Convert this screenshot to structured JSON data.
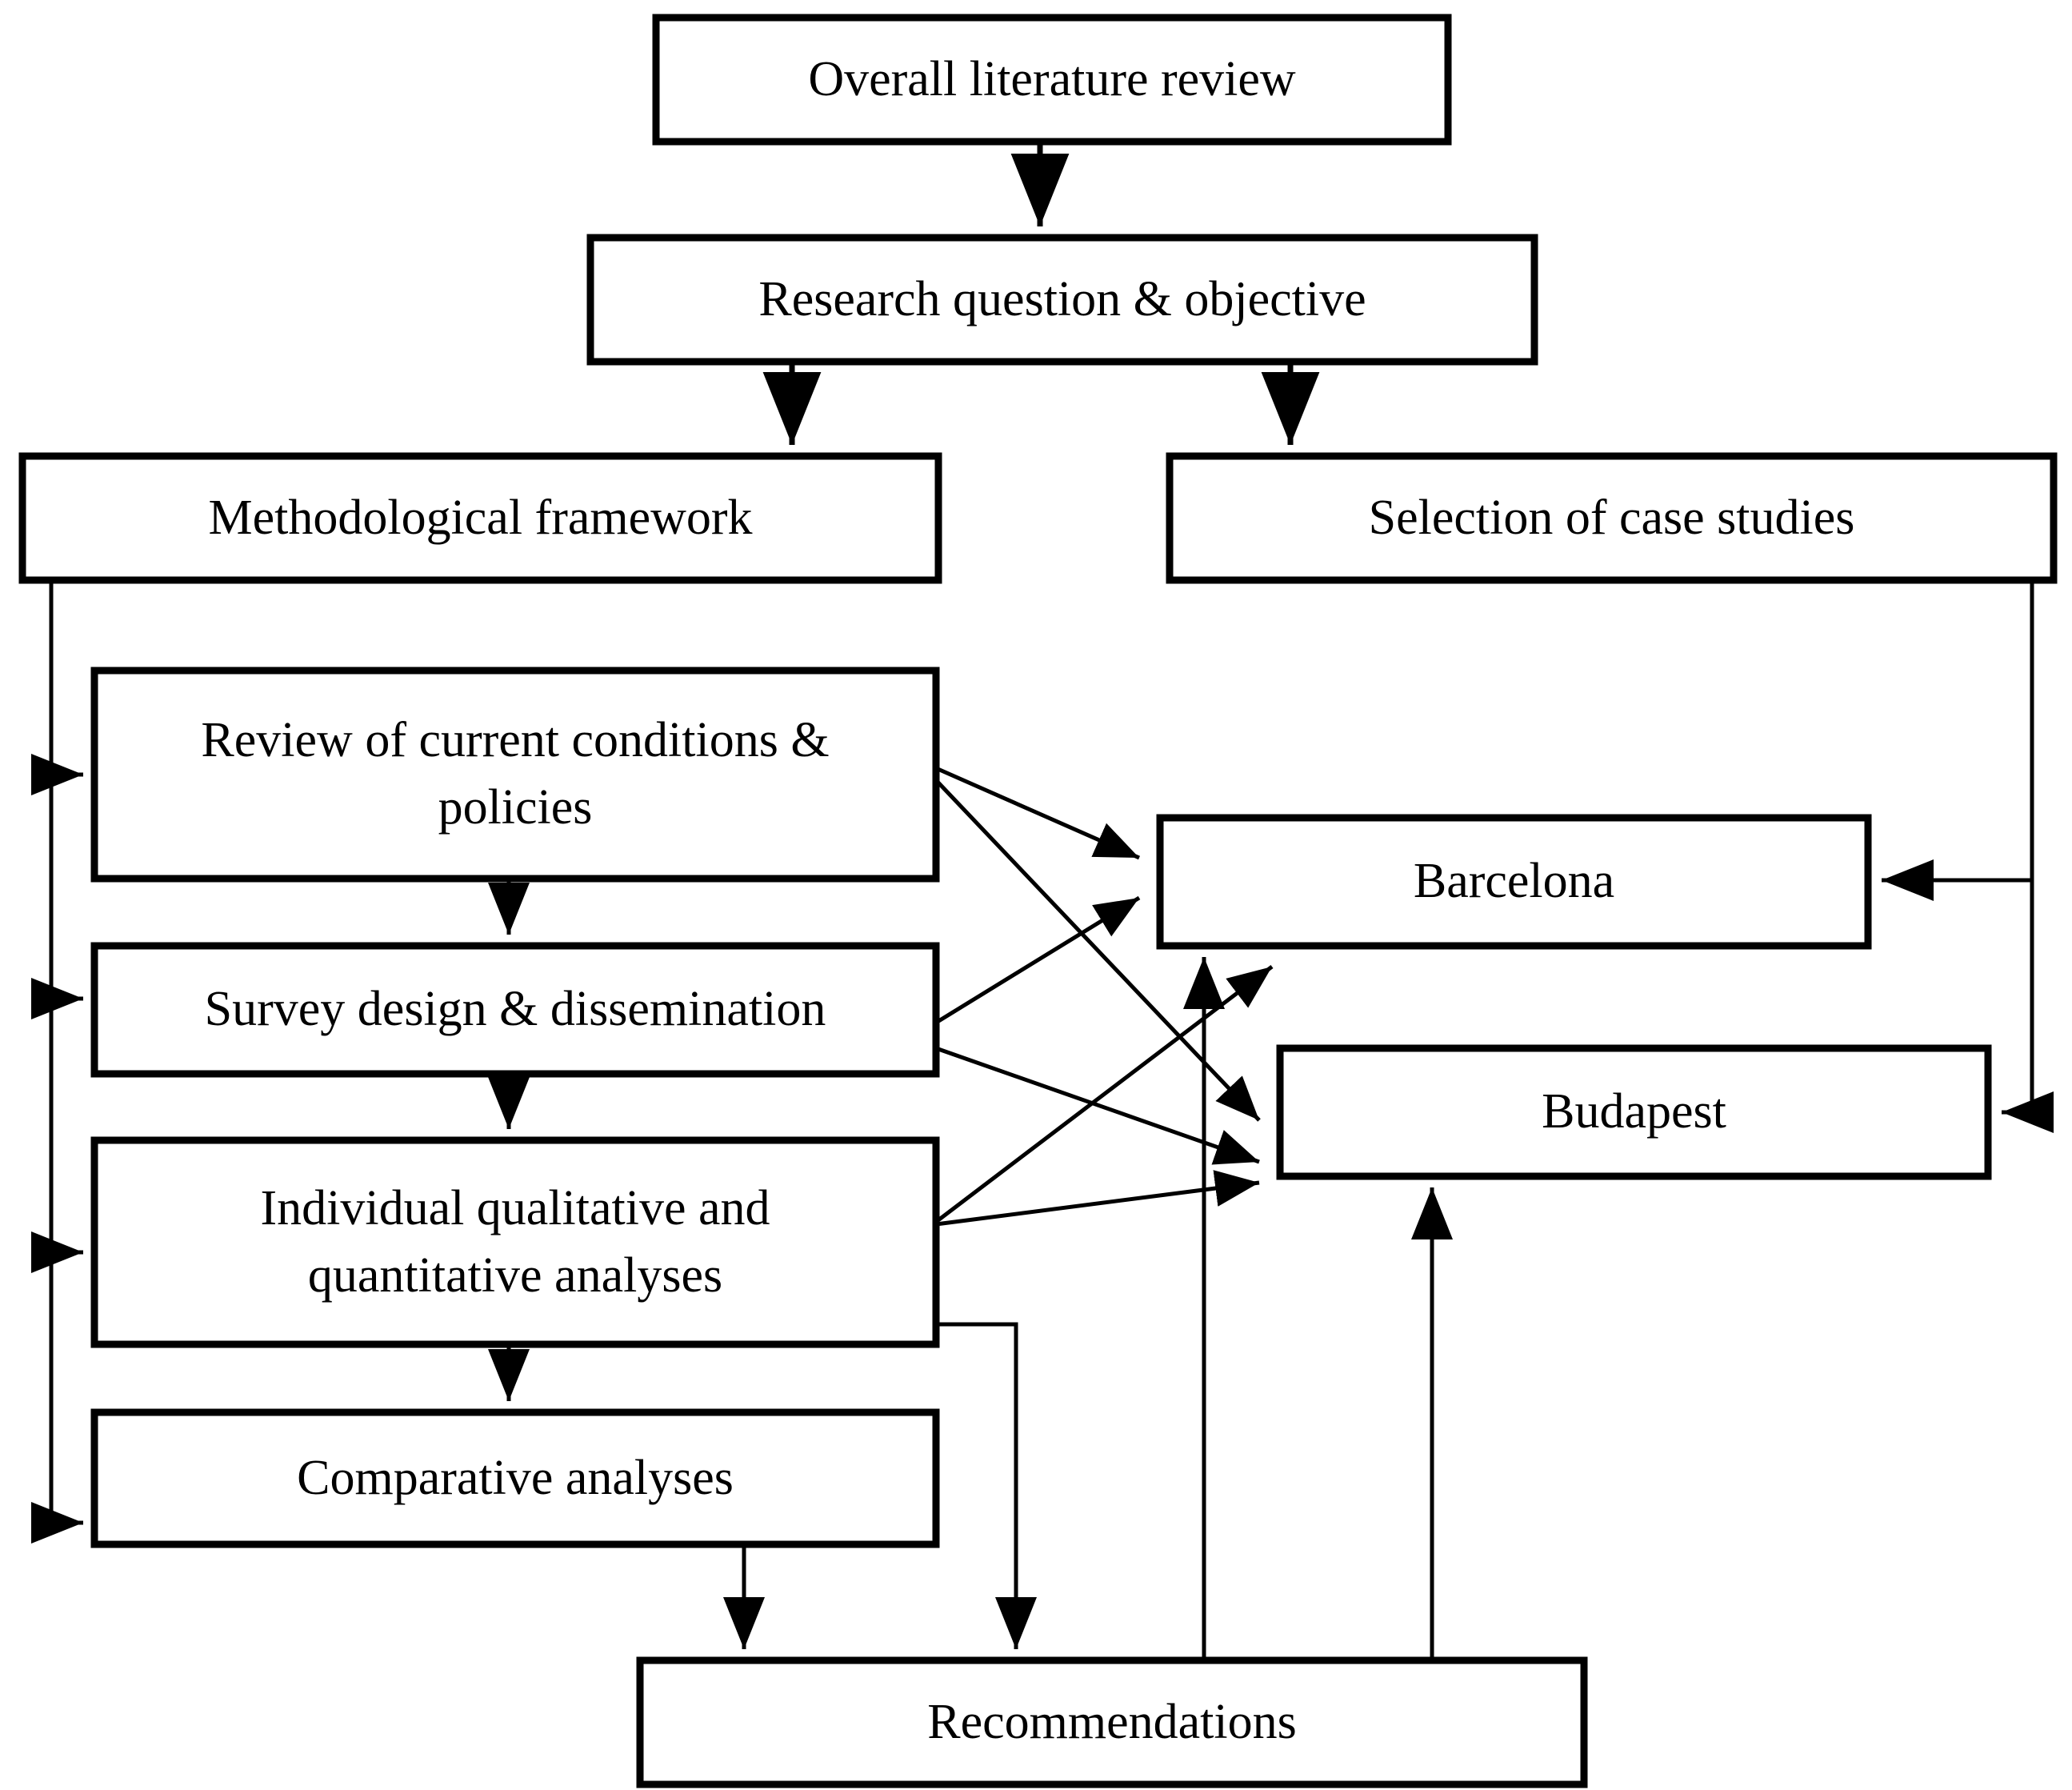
{
  "diagram": {
    "title": "Research methodology flowchart",
    "background_color": "#ffffff",
    "line_color": "#000000",
    "box_fill": "#ffffff",
    "nodes": {
      "overall_literature_review": "Overall literature review",
      "research_question": "Research question & objective",
      "methodological_framework": "Methodological framework",
      "selection_of_case_studies": "Selection of case studies",
      "review_conditions_line1": "Review of current conditions &",
      "review_conditions_line2": "policies",
      "survey_design": "Survey design & dissemination",
      "individual_analyses_line1": "Individual qualitative and",
      "individual_analyses_line2": "quantitative analyses",
      "comparative_analyses": "Comparative analyses",
      "barcelona": "Barcelona",
      "budapest": "Budapest",
      "recommendations": "Recommendations"
    },
    "edges": [
      "overall-literature-review -> research-question",
      "research-question -> methodological-framework",
      "research-question -> selection-of-case-studies",
      "methodological-framework -> review-of-current-conditions",
      "methodological-framework -> survey-design",
      "methodological-framework -> individual-analyses",
      "methodological-framework -> comparative-analyses",
      "review-of-current-conditions -> survey-design",
      "survey-design -> individual-analyses",
      "individual-analyses -> comparative-analyses",
      "review-of-current-conditions -> barcelona",
      "review-of-current-conditions -> budapest",
      "survey-design -> barcelona",
      "survey-design -> budapest",
      "individual-analyses -> barcelona",
      "individual-analyses -> budapest",
      "selection-of-case-studies -> barcelona",
      "selection-of-case-studies -> budapest",
      "comparative-analyses -> recommendations",
      "individual-analyses -> recommendations",
      "recommendations -> barcelona",
      "recommendations -> budapest"
    ]
  }
}
